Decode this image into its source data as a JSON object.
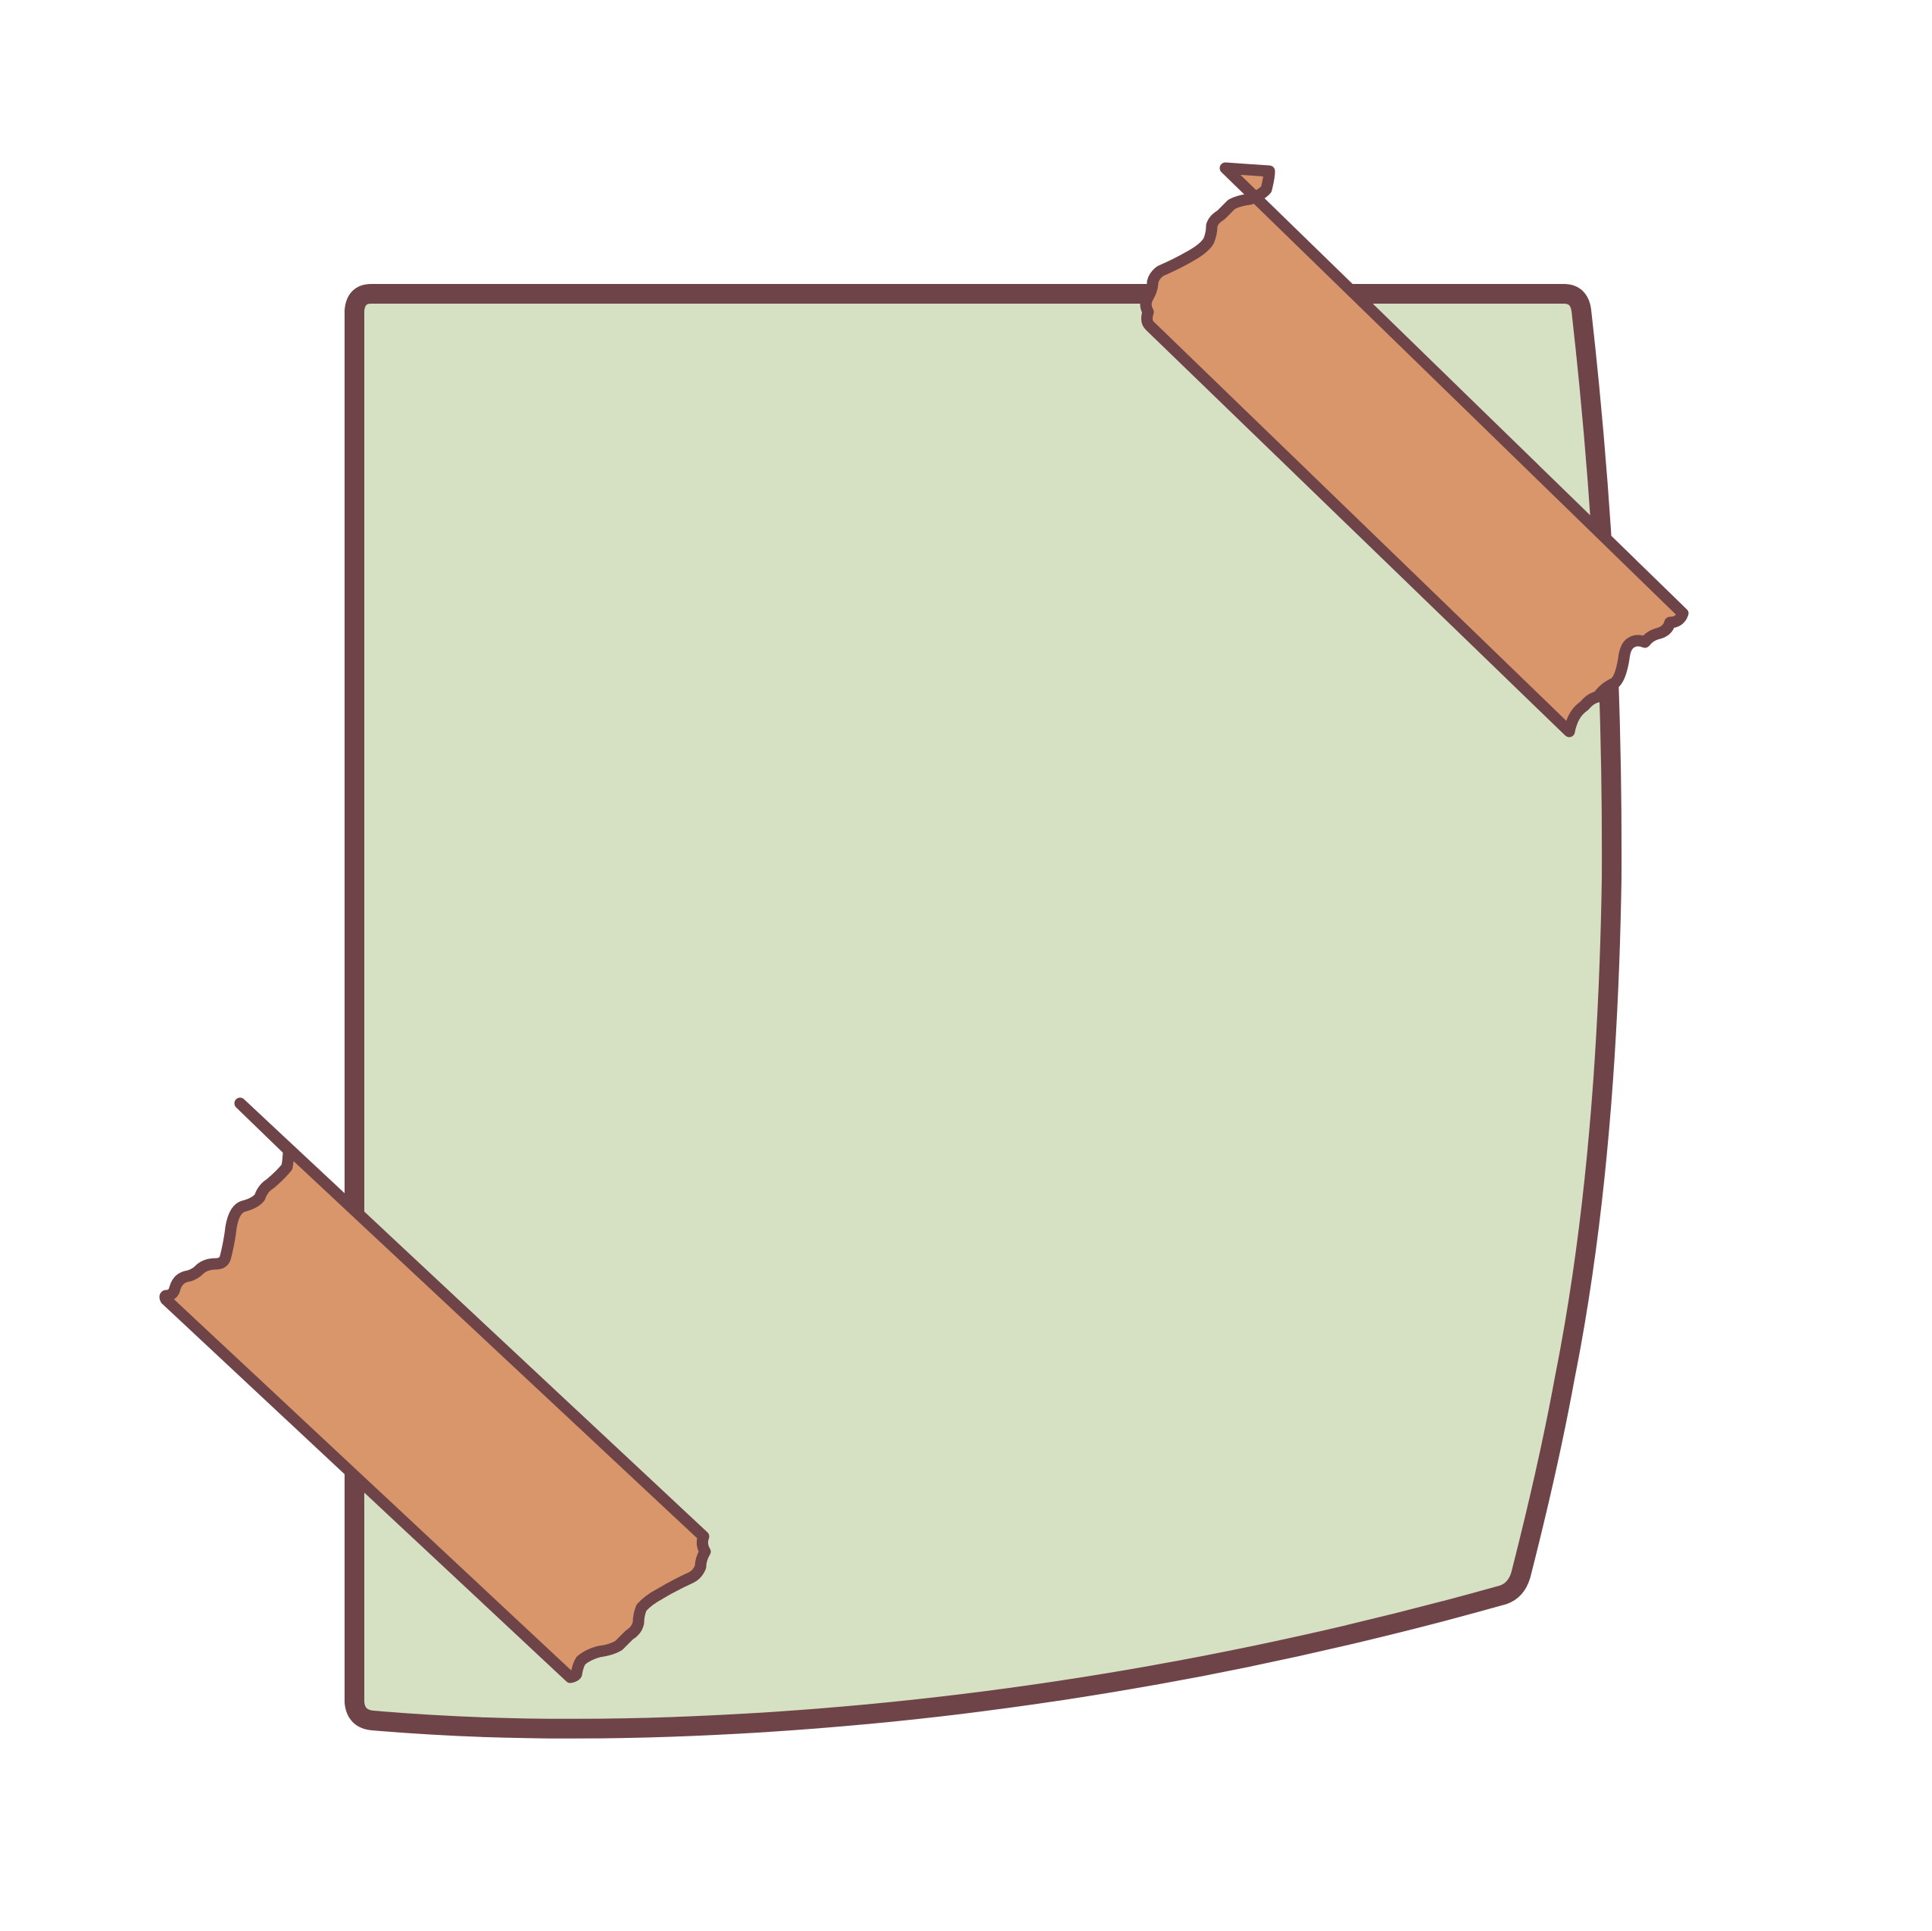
{
  "scene": {
    "subject": "sticky-note-with-tape",
    "background_color": "#ffffff"
  },
  "note": {
    "fill_color": "#d6e1c3",
    "shadow_color": "#d1e3d3",
    "outline_color": "#6e4449"
  },
  "tape": {
    "fill_color": "#d9966b",
    "outline_color": "#6e4449",
    "pieces": [
      "top-right",
      "bottom-left"
    ]
  }
}
